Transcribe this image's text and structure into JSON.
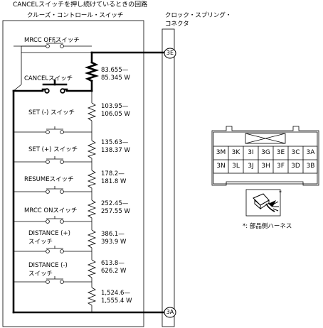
{
  "title": "CANCELスイッチを押し続けているときの回路",
  "switch_box_label": "クルーズ・コントロール・スイッチ",
  "connector_label_line1": "クロック・スプリング・",
  "connector_label_line2": "コネクタ",
  "terminals": {
    "top": "3E",
    "bottom": "3A"
  },
  "switches": [
    {
      "label": "MRCC OFFスイッチ"
    },
    {
      "label": "CANCELスイッチ"
    },
    {
      "label": "SET (-) スイッチ"
    },
    {
      "label": "SET (+) スイッチ"
    },
    {
      "label": "RESUMEスイッチ"
    },
    {
      "label": "MRCC ONスイッチ"
    },
    {
      "label": "DISTANCE (+)\nスイッチ"
    },
    {
      "label": "DISTANCE (-)\nスイッチ"
    }
  ],
  "resistors": [
    {
      "value": "83.655—\n85.345 W"
    },
    {
      "value": "103.95—\n106.05 W"
    },
    {
      "value": "135.63—\n138.37 W"
    },
    {
      "value": "178.2—\n181.8 W"
    },
    {
      "value": "252.45—\n257.55 W"
    },
    {
      "value": "386.1—\n393.9 W"
    },
    {
      "value": "613.8—\n626.2 W"
    },
    {
      "value": "1,524.6—\n1,555.4 W"
    }
  ],
  "connector_pins": {
    "row1": [
      "3M",
      "3K",
      "3I",
      "3G",
      "3E",
      "3C",
      "3A"
    ],
    "row2": [
      "3N",
      "3L",
      "3J",
      "3H",
      "3F",
      "3D",
      "3B"
    ]
  },
  "note_marker": "*",
  "note_text": "*: 部品側ハーネス"
}
